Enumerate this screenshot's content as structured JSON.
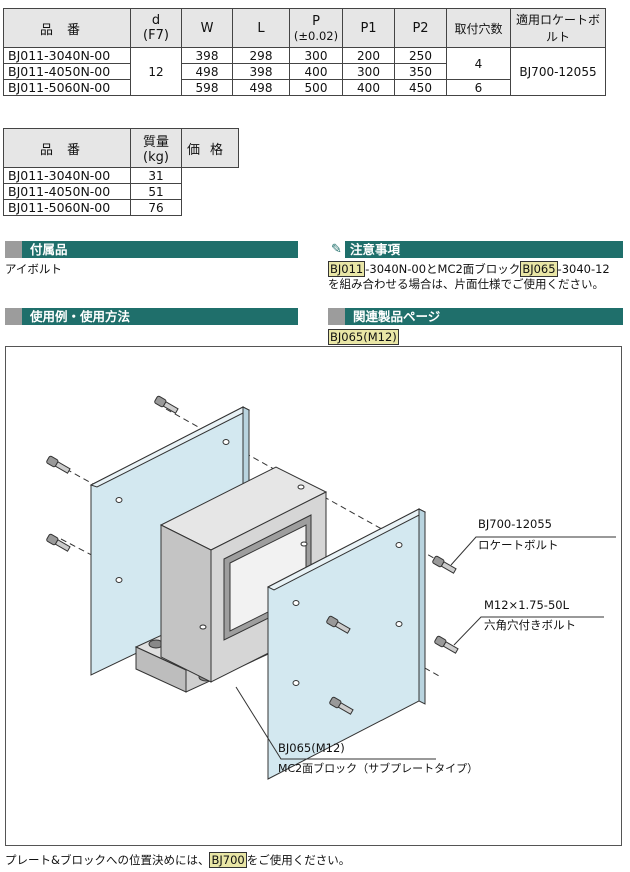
{
  "spec_table": {
    "headers": {
      "model": "品番",
      "d_top": "d",
      "d_bottom": "(F7)",
      "W": "W",
      "L": "L",
      "P_top": "P",
      "P_bottom": "(±0.02)",
      "P1": "P1",
      "P2": "P2",
      "holes": "取付穴数",
      "bolt": "適用ロケートボルト"
    },
    "rows": [
      {
        "model": "BJ011-3040N-00",
        "W": "398",
        "L": "298",
        "P": "300",
        "P1": "200",
        "P2": "250"
      },
      {
        "model": "BJ011-4050N-00",
        "W": "498",
        "L": "398",
        "P": "400",
        "P1": "300",
        "P2": "350"
      },
      {
        "model": "BJ011-5060N-00",
        "W": "598",
        "L": "498",
        "P": "500",
        "P1": "400",
        "P2": "450"
      }
    ],
    "d_value": "12",
    "holes_a": "4",
    "holes_b": "6",
    "bolt_value": "BJ700-12055"
  },
  "mass_table": {
    "headers": {
      "model": "品番",
      "mass_top": "質量",
      "mass_bottom": "(kg)",
      "price": "価格"
    },
    "rows": [
      {
        "model": "BJ011-3040N-00",
        "mass": "31"
      },
      {
        "model": "BJ011-4050N-00",
        "mass": "51"
      },
      {
        "model": "BJ011-5060N-00",
        "mass": "76"
      }
    ]
  },
  "accessories": {
    "title": "付属品",
    "text": "アイボルト"
  },
  "notes": {
    "title": "注意事項",
    "link1": "BJ011",
    "text1": "-3040N-00とMC2面ブロック",
    "link2": "BJ065",
    "text2": "-3040-12",
    "line2": "を組み合わせる場合は、片面仕様でご使用ください。"
  },
  "usage": {
    "title": "使用例・使用方法"
  },
  "related": {
    "title": "関連製品ページ",
    "link": "BJ065(M12)"
  },
  "illustration": {
    "callout_bolt_code": "BJ700-12055",
    "callout_bolt_name": "ロケートボルト",
    "callout_screw_spec": "M12×1.75-50L",
    "callout_screw_name": "六角穴付きボルト",
    "callout_block_code": "BJ065(M12)",
    "callout_block_name": "MC2面ブロック（サブプレートタイプ）"
  },
  "footer": {
    "text1": "プレート&ブロックへの位置決めには、",
    "link": "BJ700",
    "text2": "をご使用ください。"
  },
  "colors": {
    "section_header": "#1f6f6b",
    "plate": "#d3e8f0",
    "block": "#d0d0d0",
    "link_highlight": "#e9e6a6"
  }
}
